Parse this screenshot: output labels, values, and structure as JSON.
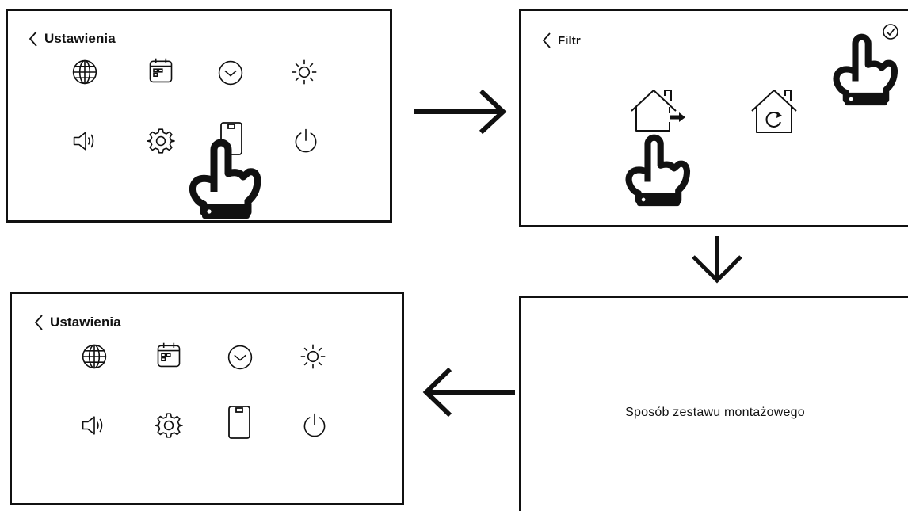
{
  "colors": {
    "ink": "#111111",
    "background": "#ffffff"
  },
  "screens": {
    "settings_before": {
      "title": "Ustawienia",
      "icons": [
        "globe-icon",
        "calendar-icon",
        "clock-icon",
        "brightness-icon",
        "speaker-icon",
        "gear-icon",
        "filter-icon",
        "power-icon"
      ]
    },
    "filter": {
      "title": "Filtr",
      "icons": [
        "house-exit-icon",
        "house-refresh-icon",
        "confirm-check-icon"
      ]
    },
    "confirmation": {
      "message": "Sposób zestawu montażowego"
    },
    "settings_after": {
      "title": "Ustawienia",
      "icons": [
        "globe-icon",
        "calendar-icon",
        "clock-icon",
        "brightness-icon",
        "speaker-icon",
        "gear-icon",
        "filter-icon",
        "power-icon"
      ]
    }
  },
  "flow_arrows": [
    "arrow-right",
    "arrow-down",
    "arrow-left"
  ],
  "gestures": [
    "pointing-hand-icon",
    "pointing-hand-icon",
    "pointing-hand-icon"
  ]
}
